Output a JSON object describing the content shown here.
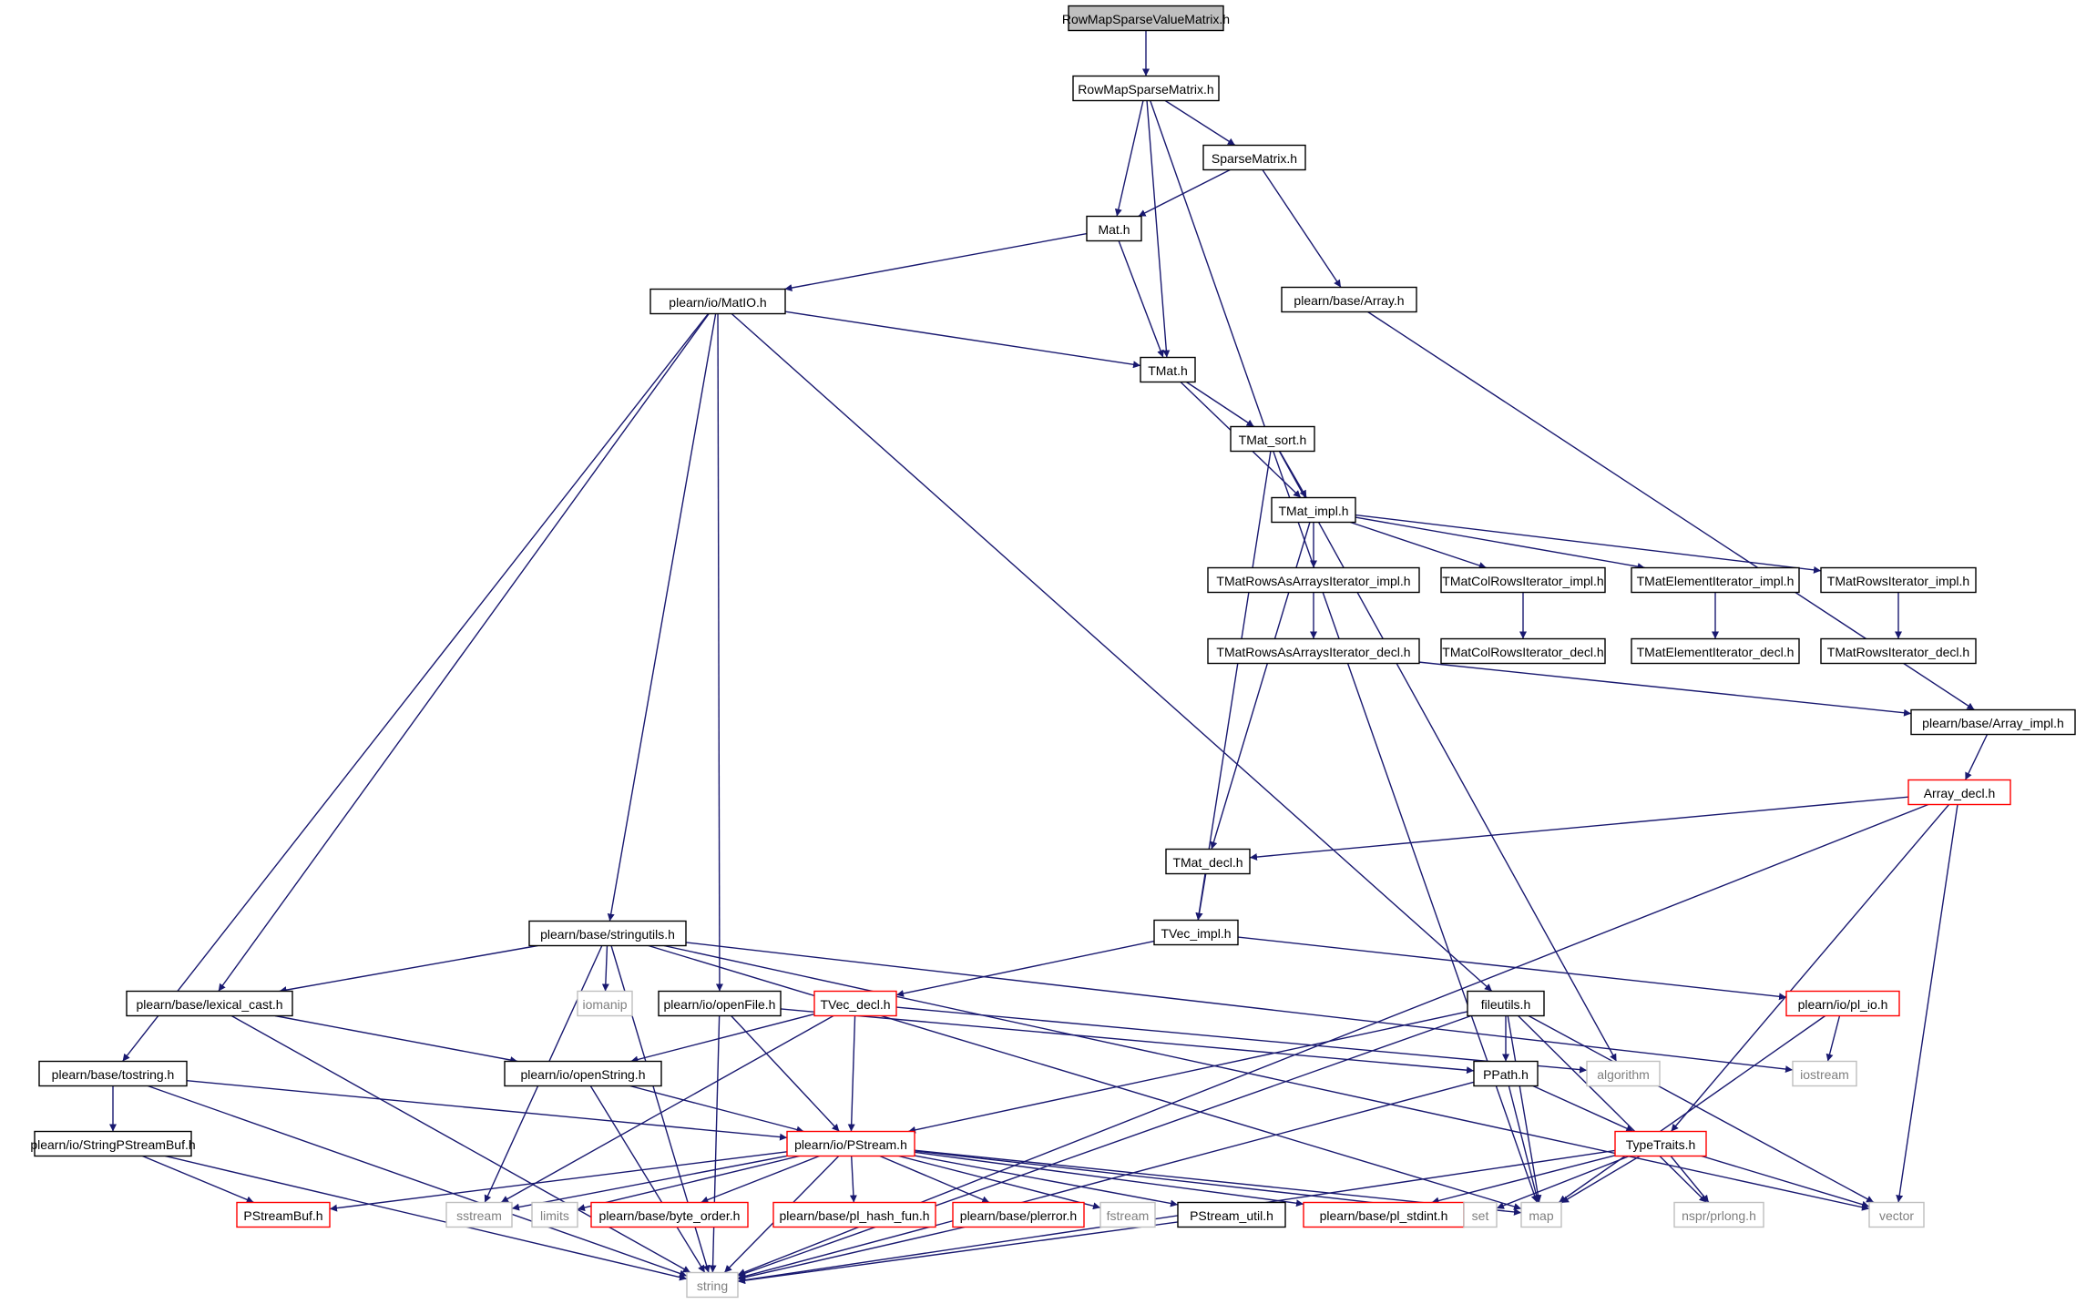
{
  "graph": {
    "title": "",
    "colors": {
      "edge": "#191970",
      "normal_border": "#000000",
      "truncated_border": "#ff0000",
      "system_border": "#bfbfbf",
      "root_fill": "#bfbfbf",
      "normal_text": "#000000",
      "system_text": "#7f7f7f"
    },
    "nodes": [
      {
        "id": "root",
        "label": "RowMapSparseValueMatrix.h",
        "kind": "root"
      },
      {
        "id": "rmsm",
        "label": "RowMapSparseMatrix.h",
        "kind": "normal"
      },
      {
        "id": "sparse",
        "label": "SparseMatrix.h",
        "kind": "normal"
      },
      {
        "id": "math",
        "label": "Mat.h",
        "kind": "normal"
      },
      {
        "id": "matio",
        "label": "plearn/io/MatIO.h",
        "kind": "normal"
      },
      {
        "id": "array",
        "label": "plearn/base/Array.h",
        "kind": "normal"
      },
      {
        "id": "tmat",
        "label": "TMat.h",
        "kind": "normal"
      },
      {
        "id": "tmatsort",
        "label": "TMat_sort.h",
        "kind": "normal"
      },
      {
        "id": "tmatimpl",
        "label": "TMat_impl.h",
        "kind": "normal"
      },
      {
        "id": "rowsarr",
        "label": "TMatRowsAsArraysIterator_impl.h",
        "kind": "normal"
      },
      {
        "id": "colrows",
        "label": "TMatColRowsIterator_impl.h",
        "kind": "normal"
      },
      {
        "id": "elemit",
        "label": "TMatElementIterator_impl.h",
        "kind": "normal"
      },
      {
        "id": "rowsit",
        "label": "TMatRowsIterator_impl.h",
        "kind": "normal"
      },
      {
        "id": "rowsarrdecl",
        "label": "TMatRowsAsArraysIterator_decl.h",
        "kind": "normal"
      },
      {
        "id": "colrowsdecl",
        "label": "TMatColRowsIterator_decl.h",
        "kind": "normal"
      },
      {
        "id": "elemitdecl",
        "label": "TMatElementIterator_decl.h",
        "kind": "normal"
      },
      {
        "id": "rowsitdecl",
        "label": "TMatRowsIterator_decl.h",
        "kind": "normal"
      },
      {
        "id": "arrayimpl",
        "label": "plearn/base/Array_impl.h",
        "kind": "normal"
      },
      {
        "id": "arraydecl",
        "label": "Array_decl.h",
        "kind": "truncated"
      },
      {
        "id": "tmatdecl",
        "label": "TMat_decl.h",
        "kind": "normal"
      },
      {
        "id": "tvecimpl",
        "label": "TVec_impl.h",
        "kind": "normal"
      },
      {
        "id": "stringutils",
        "label": "plearn/base/stringutils.h",
        "kind": "normal"
      },
      {
        "id": "lexcast",
        "label": "plearn/base/lexical_cast.h",
        "kind": "normal"
      },
      {
        "id": "iomanip",
        "label": "iomanip",
        "kind": "system"
      },
      {
        "id": "openfile",
        "label": "plearn/io/openFile.h",
        "kind": "normal"
      },
      {
        "id": "tvecdecl",
        "label": "TVec_decl.h",
        "kind": "truncated"
      },
      {
        "id": "fileutils",
        "label": "fileutils.h",
        "kind": "normal"
      },
      {
        "id": "plio",
        "label": "plearn/io/pl_io.h",
        "kind": "truncated"
      },
      {
        "id": "tostring",
        "label": "plearn/base/tostring.h",
        "kind": "normal"
      },
      {
        "id": "openstring",
        "label": "plearn/io/openString.h",
        "kind": "normal"
      },
      {
        "id": "algorithm",
        "label": "algorithm",
        "kind": "system"
      },
      {
        "id": "iostream",
        "label": "iostream",
        "kind": "system"
      },
      {
        "id": "ppath",
        "label": "PPath.h",
        "kind": "normal"
      },
      {
        "id": "strpsbuf",
        "label": "plearn/io/StringPStreamBuf.h",
        "kind": "normal"
      },
      {
        "id": "pstream",
        "label": "plearn/io/PStream.h",
        "kind": "truncated"
      },
      {
        "id": "typetraits",
        "label": "TypeTraits.h",
        "kind": "truncated"
      },
      {
        "id": "pstreambuf",
        "label": "PStreamBuf.h",
        "kind": "truncated"
      },
      {
        "id": "sstream",
        "label": "sstream",
        "kind": "system"
      },
      {
        "id": "limits",
        "label": "limits",
        "kind": "system"
      },
      {
        "id": "byteorder",
        "label": "plearn/base/byte_order.h",
        "kind": "truncated"
      },
      {
        "id": "hashfun",
        "label": "plearn/base/pl_hash_fun.h",
        "kind": "truncated"
      },
      {
        "id": "plerror",
        "label": "plearn/base/plerror.h",
        "kind": "truncated"
      },
      {
        "id": "fstream",
        "label": "fstream",
        "kind": "system"
      },
      {
        "id": "psutil",
        "label": "PStream_util.h",
        "kind": "normal"
      },
      {
        "id": "stdint",
        "label": "plearn/base/pl_stdint.h",
        "kind": "truncated"
      },
      {
        "id": "set",
        "label": "set",
        "kind": "system"
      },
      {
        "id": "map",
        "label": "map",
        "kind": "system"
      },
      {
        "id": "prlong",
        "label": "nspr/prlong.h",
        "kind": "system"
      },
      {
        "id": "vector",
        "label": "vector",
        "kind": "system"
      },
      {
        "id": "string",
        "label": "string",
        "kind": "system"
      }
    ],
    "edges": [
      [
        "root",
        "rmsm"
      ],
      [
        "rmsm",
        "sparse"
      ],
      [
        "rmsm",
        "math"
      ],
      [
        "rmsm",
        "tmat"
      ],
      [
        "rmsm",
        "map"
      ],
      [
        "sparse",
        "math"
      ],
      [
        "sparse",
        "array"
      ],
      [
        "math",
        "matio"
      ],
      [
        "math",
        "tmat"
      ],
      [
        "array",
        "arrayimpl"
      ],
      [
        "matio",
        "tostring"
      ],
      [
        "matio",
        "lexcast"
      ],
      [
        "matio",
        "stringutils"
      ],
      [
        "matio",
        "openfile"
      ],
      [
        "matio",
        "fileutils"
      ],
      [
        "matio",
        "tmat"
      ],
      [
        "tmat",
        "tmatsort"
      ],
      [
        "tmat",
        "tmatimpl"
      ],
      [
        "tmatsort",
        "tmatimpl"
      ],
      [
        "tmatsort",
        "tvecimpl"
      ],
      [
        "tmatsort",
        "algorithm"
      ],
      [
        "tmatimpl",
        "tmatdecl"
      ],
      [
        "tmatimpl",
        "rowsarr"
      ],
      [
        "tmatimpl",
        "colrows"
      ],
      [
        "tmatimpl",
        "elemit"
      ],
      [
        "tmatimpl",
        "rowsit"
      ],
      [
        "rowsarr",
        "rowsarrdecl"
      ],
      [
        "colrows",
        "colrowsdecl"
      ],
      [
        "elemit",
        "elemitdecl"
      ],
      [
        "rowsit",
        "rowsitdecl"
      ],
      [
        "rowsarrdecl",
        "arrayimpl"
      ],
      [
        "arrayimpl",
        "arraydecl"
      ],
      [
        "arraydecl",
        "tmatdecl"
      ],
      [
        "arraydecl",
        "typetraits"
      ],
      [
        "arraydecl",
        "vector"
      ],
      [
        "arraydecl",
        "string"
      ],
      [
        "tmatdecl",
        "tvecimpl"
      ],
      [
        "tvecimpl",
        "tvecdecl"
      ],
      [
        "tvecimpl",
        "plio"
      ],
      [
        "stringutils",
        "lexcast"
      ],
      [
        "stringutils",
        "iomanip"
      ],
      [
        "stringutils",
        "sstream"
      ],
      [
        "stringutils",
        "string"
      ],
      [
        "stringutils",
        "map"
      ],
      [
        "stringutils",
        "vector"
      ],
      [
        "stringutils",
        "iostream"
      ],
      [
        "lexcast",
        "openstring"
      ],
      [
        "lexcast",
        "string"
      ],
      [
        "openfile",
        "pstream"
      ],
      [
        "openfile",
        "ppath"
      ],
      [
        "openfile",
        "string"
      ],
      [
        "tvecdecl",
        "openstring"
      ],
      [
        "tvecdecl",
        "pstream"
      ],
      [
        "tvecdecl",
        "algorithm"
      ],
      [
        "tvecdecl",
        "sstream"
      ],
      [
        "fileutils",
        "pstream"
      ],
      [
        "fileutils",
        "ppath"
      ],
      [
        "fileutils",
        "map"
      ],
      [
        "fileutils",
        "vector"
      ],
      [
        "fileutils",
        "prlong"
      ],
      [
        "fileutils",
        "string"
      ],
      [
        "plio",
        "iostream"
      ],
      [
        "plio",
        "map"
      ],
      [
        "tostring",
        "strpsbuf"
      ],
      [
        "tostring",
        "pstream"
      ],
      [
        "tostring",
        "string"
      ],
      [
        "openstring",
        "pstream"
      ],
      [
        "openstring",
        "string"
      ],
      [
        "ppath",
        "typetraits"
      ],
      [
        "ppath",
        "map"
      ],
      [
        "ppath",
        "string"
      ],
      [
        "strpsbuf",
        "pstreambuf"
      ],
      [
        "strpsbuf",
        "string"
      ],
      [
        "pstream",
        "pstreambuf"
      ],
      [
        "pstream",
        "sstream"
      ],
      [
        "pstream",
        "limits"
      ],
      [
        "pstream",
        "byteorder"
      ],
      [
        "pstream",
        "hashfun"
      ],
      [
        "pstream",
        "plerror"
      ],
      [
        "pstream",
        "fstream"
      ],
      [
        "pstream",
        "psutil"
      ],
      [
        "pstream",
        "stdint"
      ],
      [
        "pstream",
        "set"
      ],
      [
        "pstream",
        "map"
      ],
      [
        "pstream",
        "string"
      ],
      [
        "typetraits",
        "stdint"
      ],
      [
        "typetraits",
        "set"
      ],
      [
        "typetraits",
        "map"
      ],
      [
        "typetraits",
        "prlong"
      ],
      [
        "typetraits",
        "vector"
      ],
      [
        "typetraits",
        "string"
      ],
      [
        "plerror",
        "string"
      ],
      [
        "psutil",
        "string"
      ]
    ]
  }
}
